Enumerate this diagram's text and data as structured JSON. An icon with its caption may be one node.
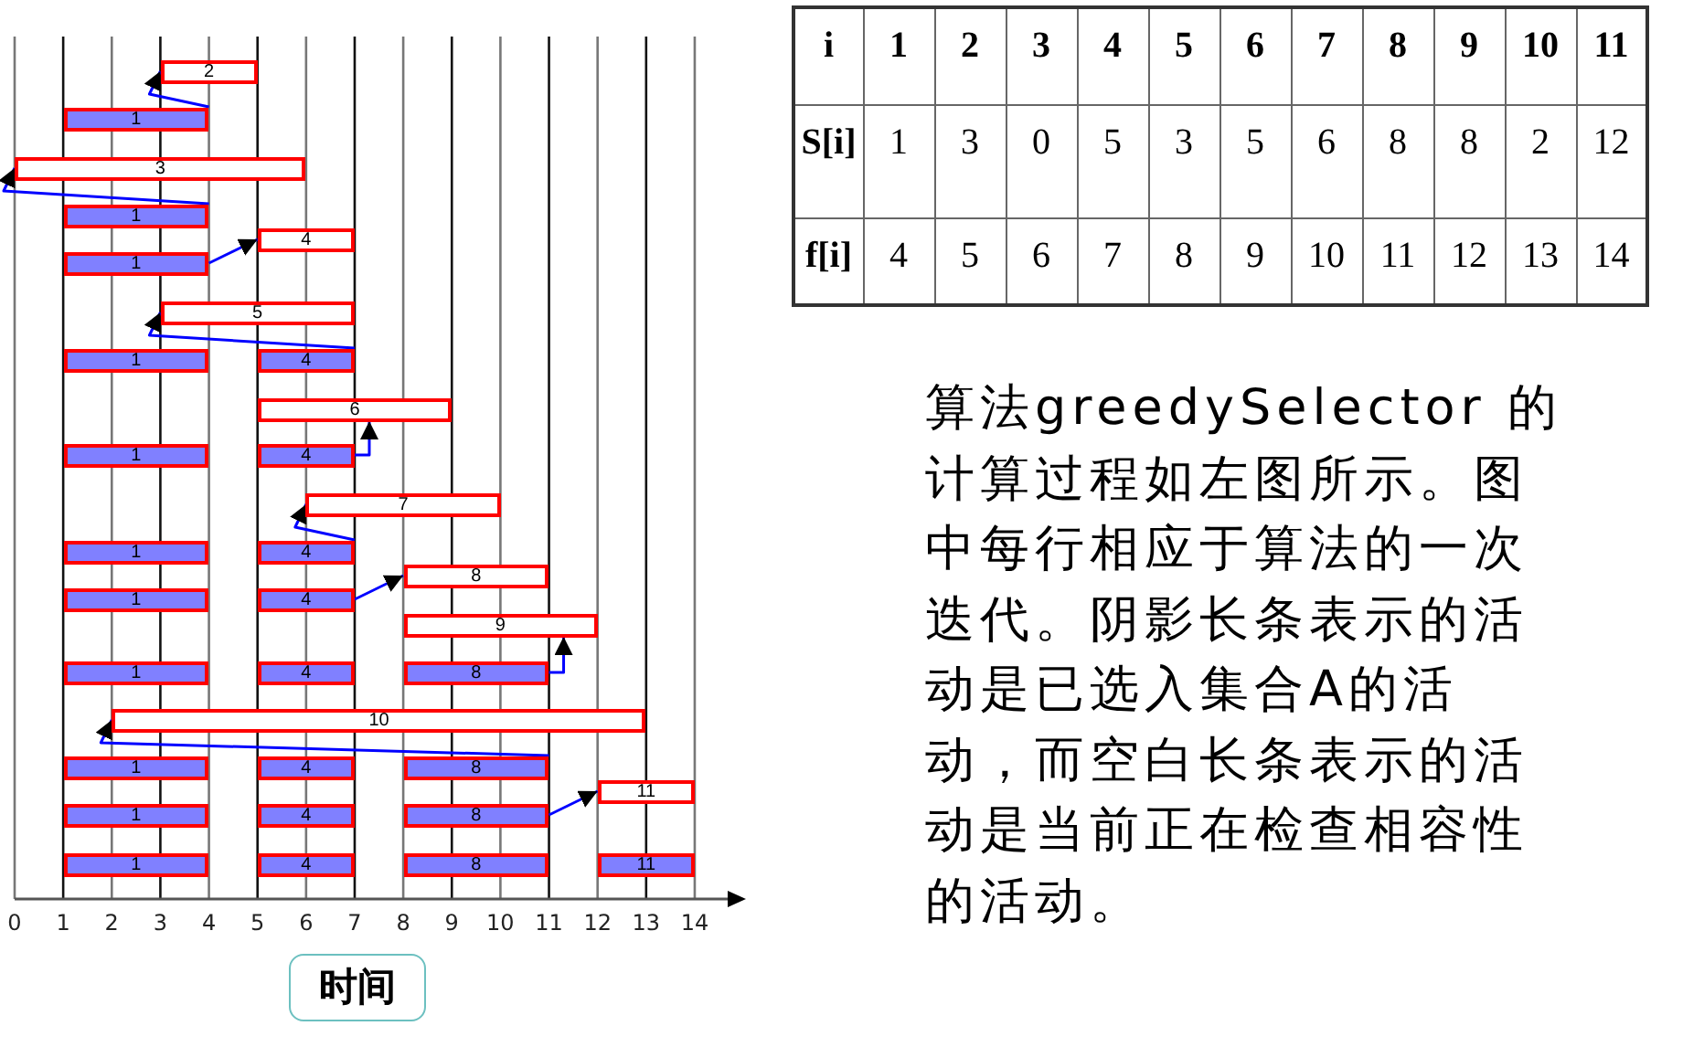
{
  "diagram": {
    "nodes": [
      {
        "text": [
          "2"
        ]
      },
      {
        "text": [
          "1"
        ]
      },
      {
        "text": [
          "3"
        ]
      },
      {
        "text": [
          "1"
        ]
      },
      {
        "text": [
          "4"
        ]
      },
      {
        "text": [
          "1"
        ]
      },
      {
        "text": [
          "5"
        ]
      },
      {
        "text": [
          "1"
        ]
      },
      {
        "text": [
          "4"
        ]
      },
      {
        "text": [
          "6"
        ]
      },
      {
        "text": [
          "1"
        ]
      },
      {
        "text": [
          "4"
        ]
      },
      {
        "text": [
          "7"
        ]
      },
      {
        "text": [
          "1"
        ]
      },
      {
        "text": [
          "4"
        ]
      },
      {
        "text": [
          "8"
        ]
      },
      {
        "text": [
          "1"
        ]
      },
      {
        "text": [
          "4"
        ]
      },
      {
        "text": [
          "9"
        ]
      },
      {
        "text": [
          "1"
        ]
      },
      {
        "text": [
          "4"
        ]
      },
      {
        "text": [
          "8"
        ]
      },
      {
        "text": [
          "10"
        ]
      },
      {
        "text": [
          "1"
        ]
      },
      {
        "text": [
          "4"
        ]
      },
      {
        "text": [
          "8"
        ]
      },
      {
        "text": [
          "11"
        ]
      },
      {
        "text": [
          "1"
        ]
      },
      {
        "text": [
          "4"
        ]
      },
      {
        "text": [
          "8"
        ]
      },
      {
        "text": [
          "1"
        ]
      },
      {
        "text": [
          "4"
        ]
      },
      {
        "text": [
          "8"
        ]
      },
      {
        "text": [
          "11"
        ]
      },
      {
        "text": [
          "时间"
        ]
      }
    ],
    "edges": [
      {
        "from": 1,
        "to": 0,
        "arrow": "to"
      },
      {
        "from": 3,
        "to": 2,
        "arrow": "to"
      },
      {
        "from": 5,
        "to": 4,
        "arrow": "to"
      },
      {
        "from": 8,
        "to": 6,
        "arrow": "to"
      },
      {
        "from": 11,
        "to": 9,
        "arrow": "to"
      },
      {
        "from": 14,
        "to": 12,
        "arrow": "to"
      },
      {
        "from": 17,
        "to": 15,
        "arrow": "to"
      },
      {
        "from": 21,
        "to": 18,
        "arrow": "to"
      },
      {
        "from": 25,
        "to": 22,
        "arrow": "to"
      },
      {
        "from": 29,
        "to": 26,
        "arrow": "to"
      }
    ],
    "labels": [
      "i",
      "1",
      "2",
      "3",
      "4",
      "5",
      "6",
      "7",
      "8",
      "9",
      "10",
      "11",
      "S[i]",
      "1",
      "3",
      "0",
      "5",
      "3",
      "5",
      "6",
      "8",
      "8",
      "2",
      "12",
      "f[i]",
      "4",
      "5",
      "6",
      "7",
      "8",
      "9",
      "10",
      "11",
      "12",
      "13",
      "14",
      "算法greedySelector 的计算过程如左图所示。图中每行相应于算法的一次迭代。阴影长条表示的活动是已选入集合A的活动，而空白长条表示的活动是当前正在检查相容性的活动。",
      "0",
      "1",
      "2",
      "3",
      "4",
      "5",
      "6",
      "7",
      "8",
      "9",
      "10",
      "11",
      "12",
      "13",
      "14"
    ]
  }
}
